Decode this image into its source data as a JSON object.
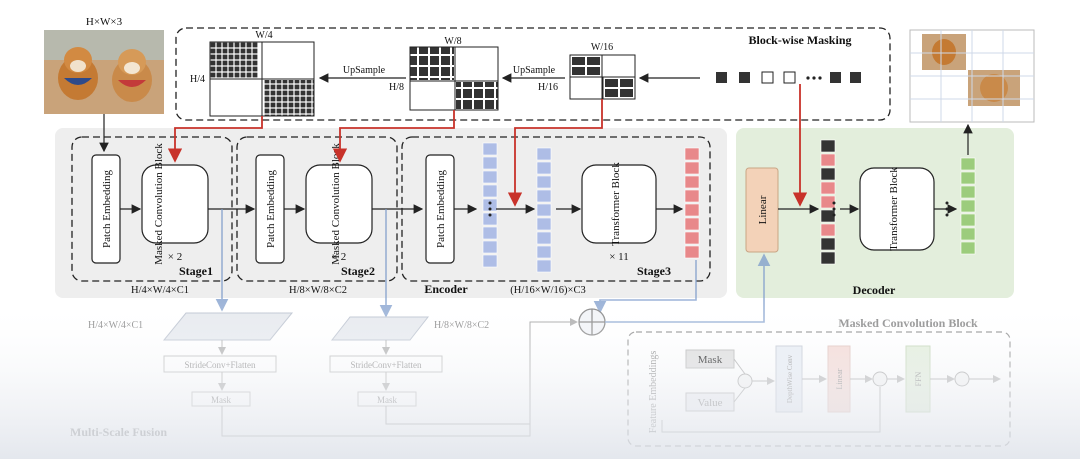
{
  "input": {
    "size_label": "H×W×3"
  },
  "masking": {
    "title": "Block-wise Masking",
    "upsample_1": "UpSample",
    "upsample_2": "UpSample",
    "grid_w4": "W/4",
    "grid_h4": "H/4",
    "grid_w8": "W/8",
    "grid_h8": "H/8",
    "grid_w16": "W/16",
    "grid_h16": "H/16"
  },
  "stage1": {
    "patch_embedding": "Patch Embedding",
    "block": "Masked Convolution Block",
    "repeat": "× 2",
    "name": "Stage1",
    "dims": "H/4×W/4×C1"
  },
  "stage2": {
    "patch_embedding": "Patch Embedding",
    "block": "Masked Convolution Block",
    "repeat": "× 2",
    "name": "Stage2",
    "dims": "H/8×W/8×C2"
  },
  "stage3": {
    "patch_embedding": "Patch Embedding",
    "block": "Transformer Block",
    "repeat": "× 11",
    "name": "Stage3",
    "dims": "(H/16×W/16)×C3"
  },
  "encoder_label": "Encoder",
  "decoder": {
    "linear": "Linear",
    "block": "Transformer Block",
    "label": "Decoder"
  },
  "fusion": {
    "dims_1": "H/4×W/4×C1",
    "dims_2": "H/8×W/8×C2",
    "stride_1": "StrideConv+Flatten",
    "stride_2": "StrideConv+Flatten",
    "mask_1": "Mask",
    "mask_2": "Mask",
    "label": "Multi-Scale Fusion"
  },
  "mcb": {
    "title": "Masked Convolution Block",
    "feature": "Feature Embeddings",
    "mask": "Mask",
    "value": "Value",
    "dwconv": "DepthWise Conv",
    "linear": "Linear",
    "ffn": "FFN"
  },
  "colors": {
    "red_arrow": "#c8322a",
    "blue_arrow": "#7d9ccb",
    "token_blue": "#aebde6",
    "token_red": "#e8888a",
    "token_green": "#9ccc7c",
    "token_dark": "#333333",
    "encoder_bg": "#eeeeee",
    "decoder_bg": "#e3eedc",
    "linear_fill": "#f3d2b8"
  }
}
